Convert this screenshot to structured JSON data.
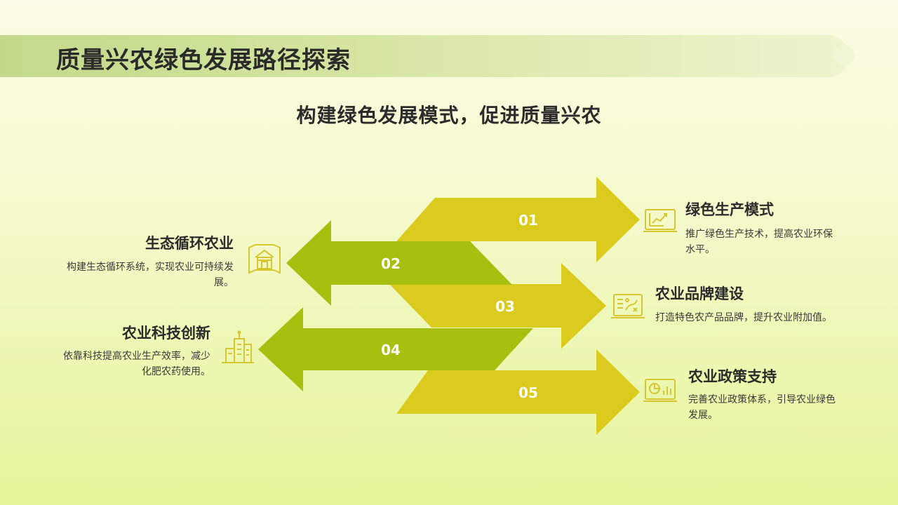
{
  "header": {
    "title": "质量兴农绿色发展路径探索"
  },
  "subtitle": "构建绿色发展模式，促进质量兴农",
  "colors": {
    "olive": "#dccb1f",
    "green": "#a6c010",
    "icon": "#d6c630"
  },
  "items": [
    {
      "number": "01",
      "title": "绿色生产模式",
      "desc": "推广绿色生产技术，提高农业环保水平。",
      "icon": "chart-screen-icon"
    },
    {
      "number": "02",
      "title": "生态循环农业",
      "desc": "构建生态循环系统，实现农业可持续发展。",
      "icon": "barn-map-icon"
    },
    {
      "number": "03",
      "title": "农业品牌建设",
      "desc": "打造特色农产品品牌，提升农业附加值。",
      "icon": "strategy-board-icon"
    },
    {
      "number": "04",
      "title": "农业科技创新",
      "desc": "依靠科技提高农业生产效率，减少化肥农药使用。",
      "icon": "buildings-icon"
    },
    {
      "number": "05",
      "title": "农业政策支持",
      "desc": "完善农业政策体系，引导农业绿色发展。",
      "icon": "analytics-screen-icon"
    }
  ]
}
